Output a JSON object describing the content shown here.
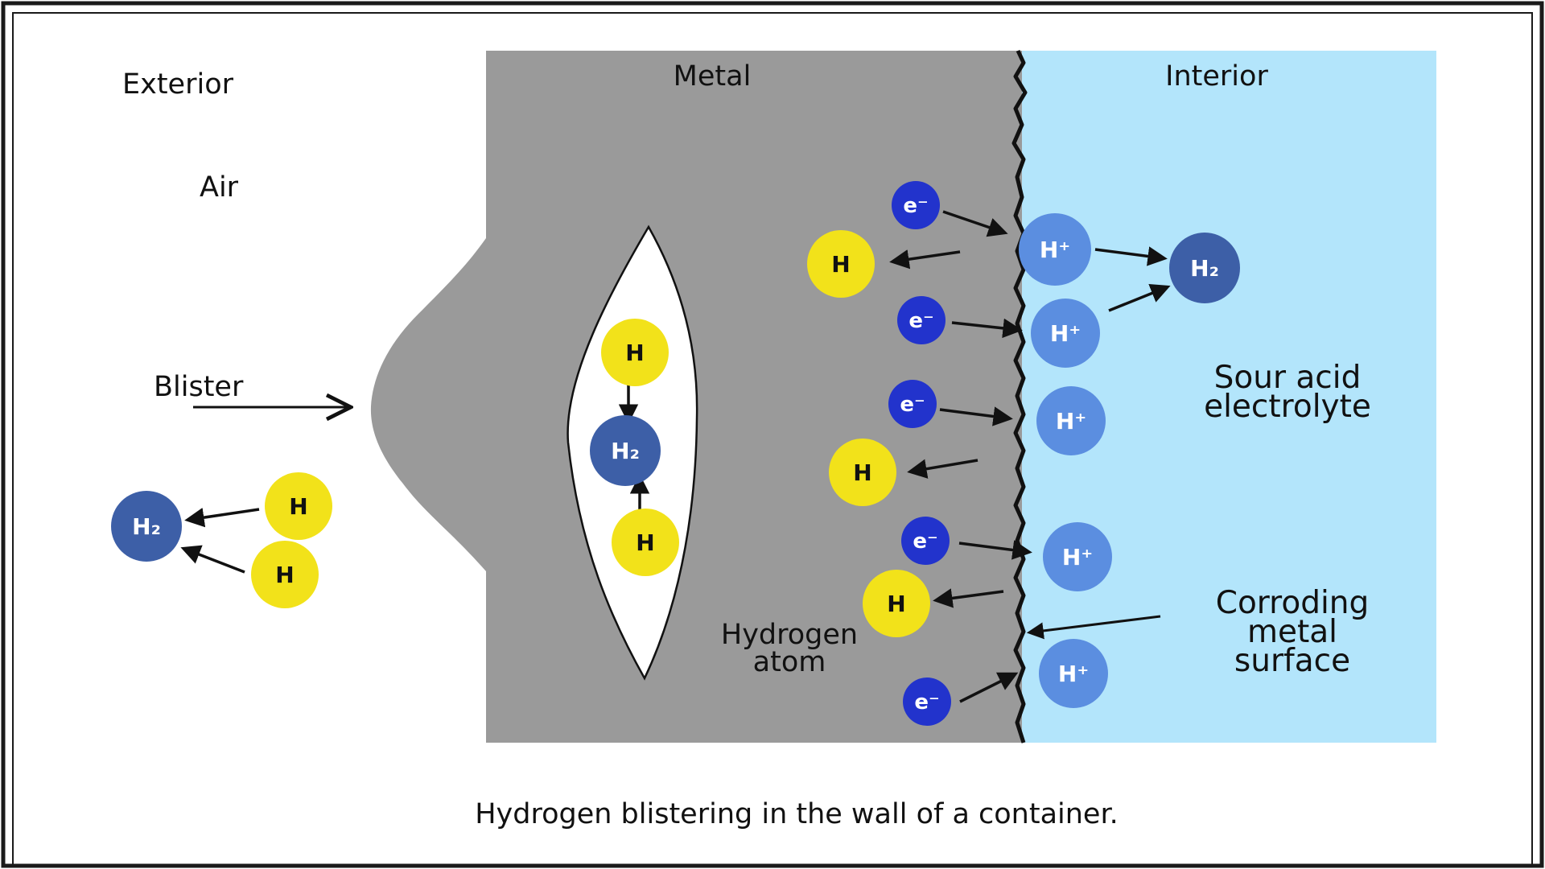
{
  "labels": {
    "exterior": "Exterior",
    "air": "Air",
    "metal": "Metal",
    "interior": "Interior",
    "blister": "Blister",
    "hydrogen_atom_line1": "Hydrogen",
    "hydrogen_atom_line2": "atom",
    "electrolyte_line1": "Sour acid",
    "electrolyte_line2": "electrolyte",
    "corroding_line1": "Corroding",
    "corroding_line2": "metal",
    "corroding_line3": "surface"
  },
  "particles": {
    "hydrogen_atom": "H",
    "hydrogen_molecule": "H₂",
    "hydrogen_ion": "H⁺",
    "electron": "e⁻"
  },
  "caption": "Hydrogen blistering in the wall of a container.",
  "colors": {
    "metal": "#9a9a9a",
    "interior": "#b3e5fb",
    "hydrogen_atom": "#f2e21a",
    "hydrogen_ion": "#5b8ee0",
    "hydrogen_molecule": "#3d5fa7",
    "electron": "#2233cc",
    "frame": "#1a1a1a"
  }
}
